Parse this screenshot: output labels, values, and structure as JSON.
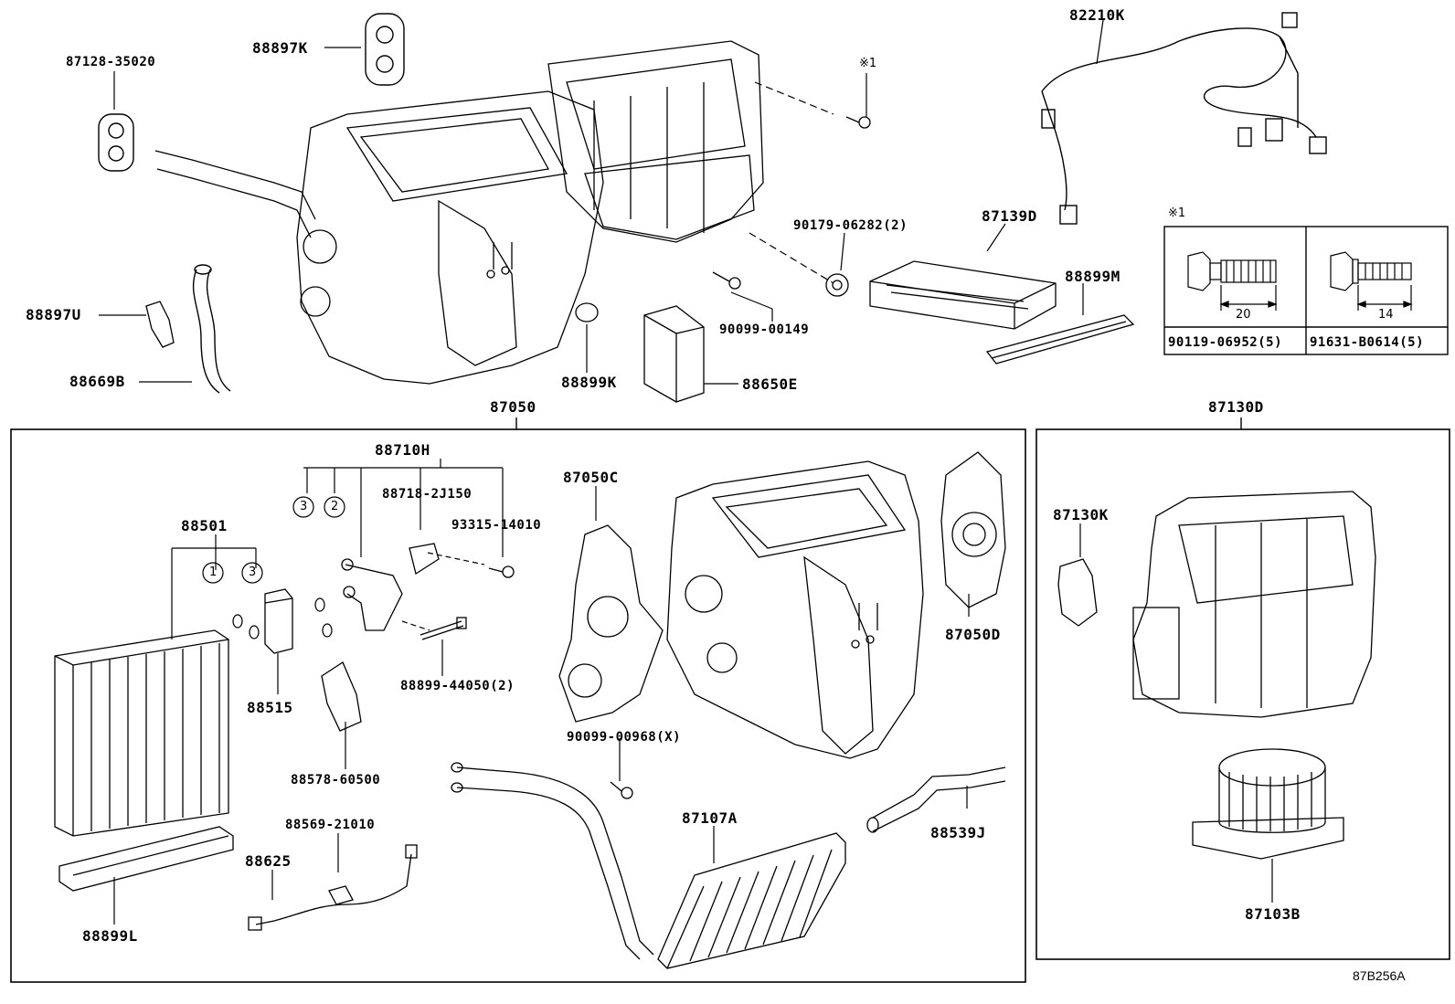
{
  "diagram_code": "87B256A",
  "note_mark": "※1",
  "callouts": {
    "p87128_35020": "87128-35020",
    "p88897K": "88897K",
    "p82210K": "82210K",
    "note_top": "※1",
    "p90179_06282": "90179-06282(2)",
    "p87139D": "87139D",
    "p88899M": "88899M",
    "p88897U": "88897U",
    "p88669B": "88669B",
    "p90099_00149": "90099-00149",
    "p88899K": "88899K",
    "p88650E": "88650E",
    "p87050": "87050",
    "p87130D": "87130D",
    "p88710H": "88710H",
    "p88718_2J150": "88718-2J150",
    "p93315_14010": "93315-14010",
    "p87050C": "87050C",
    "p88501": "88501",
    "p87130K": "87130K",
    "p87050D": "87050D",
    "p88515": "88515",
    "p88899_44050": "88899-44050(2)",
    "p90099_00968": "90099-00968(X)",
    "p88578_60500": "88578-60500",
    "p88569_21010": "88569-21010",
    "p87107A": "87107A",
    "p88539J": "88539J",
    "p88625": "88625",
    "p88899L": "88899L",
    "p87103B": "87103B"
  },
  "circled_numbers": {
    "c3a": "3",
    "c2": "2",
    "c1": "1",
    "c3b": "3"
  },
  "bolt_table": {
    "note": "※1",
    "left_length": "20",
    "right_length": "14",
    "left_part": "90119-06952(5)",
    "right_part": "91631-B0614(5)"
  }
}
